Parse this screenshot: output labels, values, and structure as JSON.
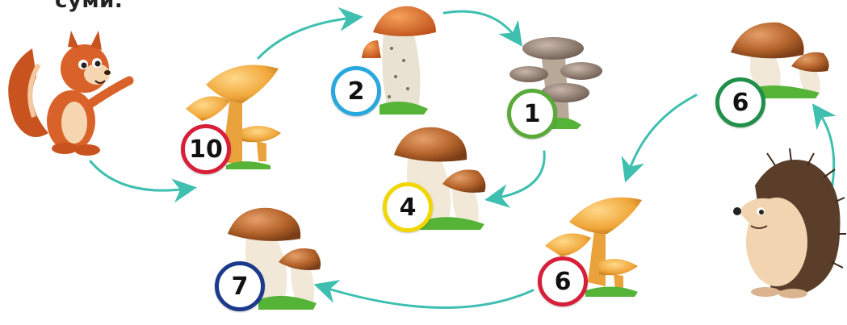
{
  "caption": "суми.",
  "badges": [
    {
      "value": "10",
      "color": "#d81f3a"
    },
    {
      "value": "2",
      "color": "#29a8df"
    },
    {
      "value": "1",
      "color": "#5aaa3a"
    },
    {
      "value": "4",
      "color": "#f2d600"
    },
    {
      "value": "6",
      "color": "#1f8f4a"
    },
    {
      "value": "6",
      "color": "#d81f3a"
    },
    {
      "value": "7",
      "color": "#1c3a8c"
    }
  ],
  "colors": {
    "arrow": "#3fbfb0",
    "grass": "#55b437",
    "stem": "#f4ecdc",
    "cap_brown": "#b5642b",
    "chanterelle": "#f0a63a",
    "oyster": "#8d7b70",
    "squirrel": "#d9622a",
    "hedgehog": "#6b4a32"
  }
}
